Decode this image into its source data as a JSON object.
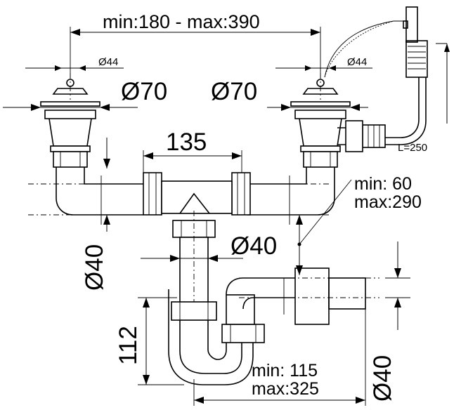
{
  "dimensions": {
    "span": "min:180 - max:390",
    "diam44_left": "Ø44",
    "diam44_right": "Ø44",
    "diam70_left": "Ø70",
    "diam70_right": "Ø70",
    "spacing_135": "135",
    "length_250": "L=250",
    "height_adjust_min": "min:  60",
    "height_adjust_max": "max:290",
    "diam40_center": "Ø40",
    "diam40_left": "Ø40",
    "height_112": "112",
    "reach_min": "min: 115",
    "reach_max": "max:325",
    "diam40_right": "Ø40"
  }
}
